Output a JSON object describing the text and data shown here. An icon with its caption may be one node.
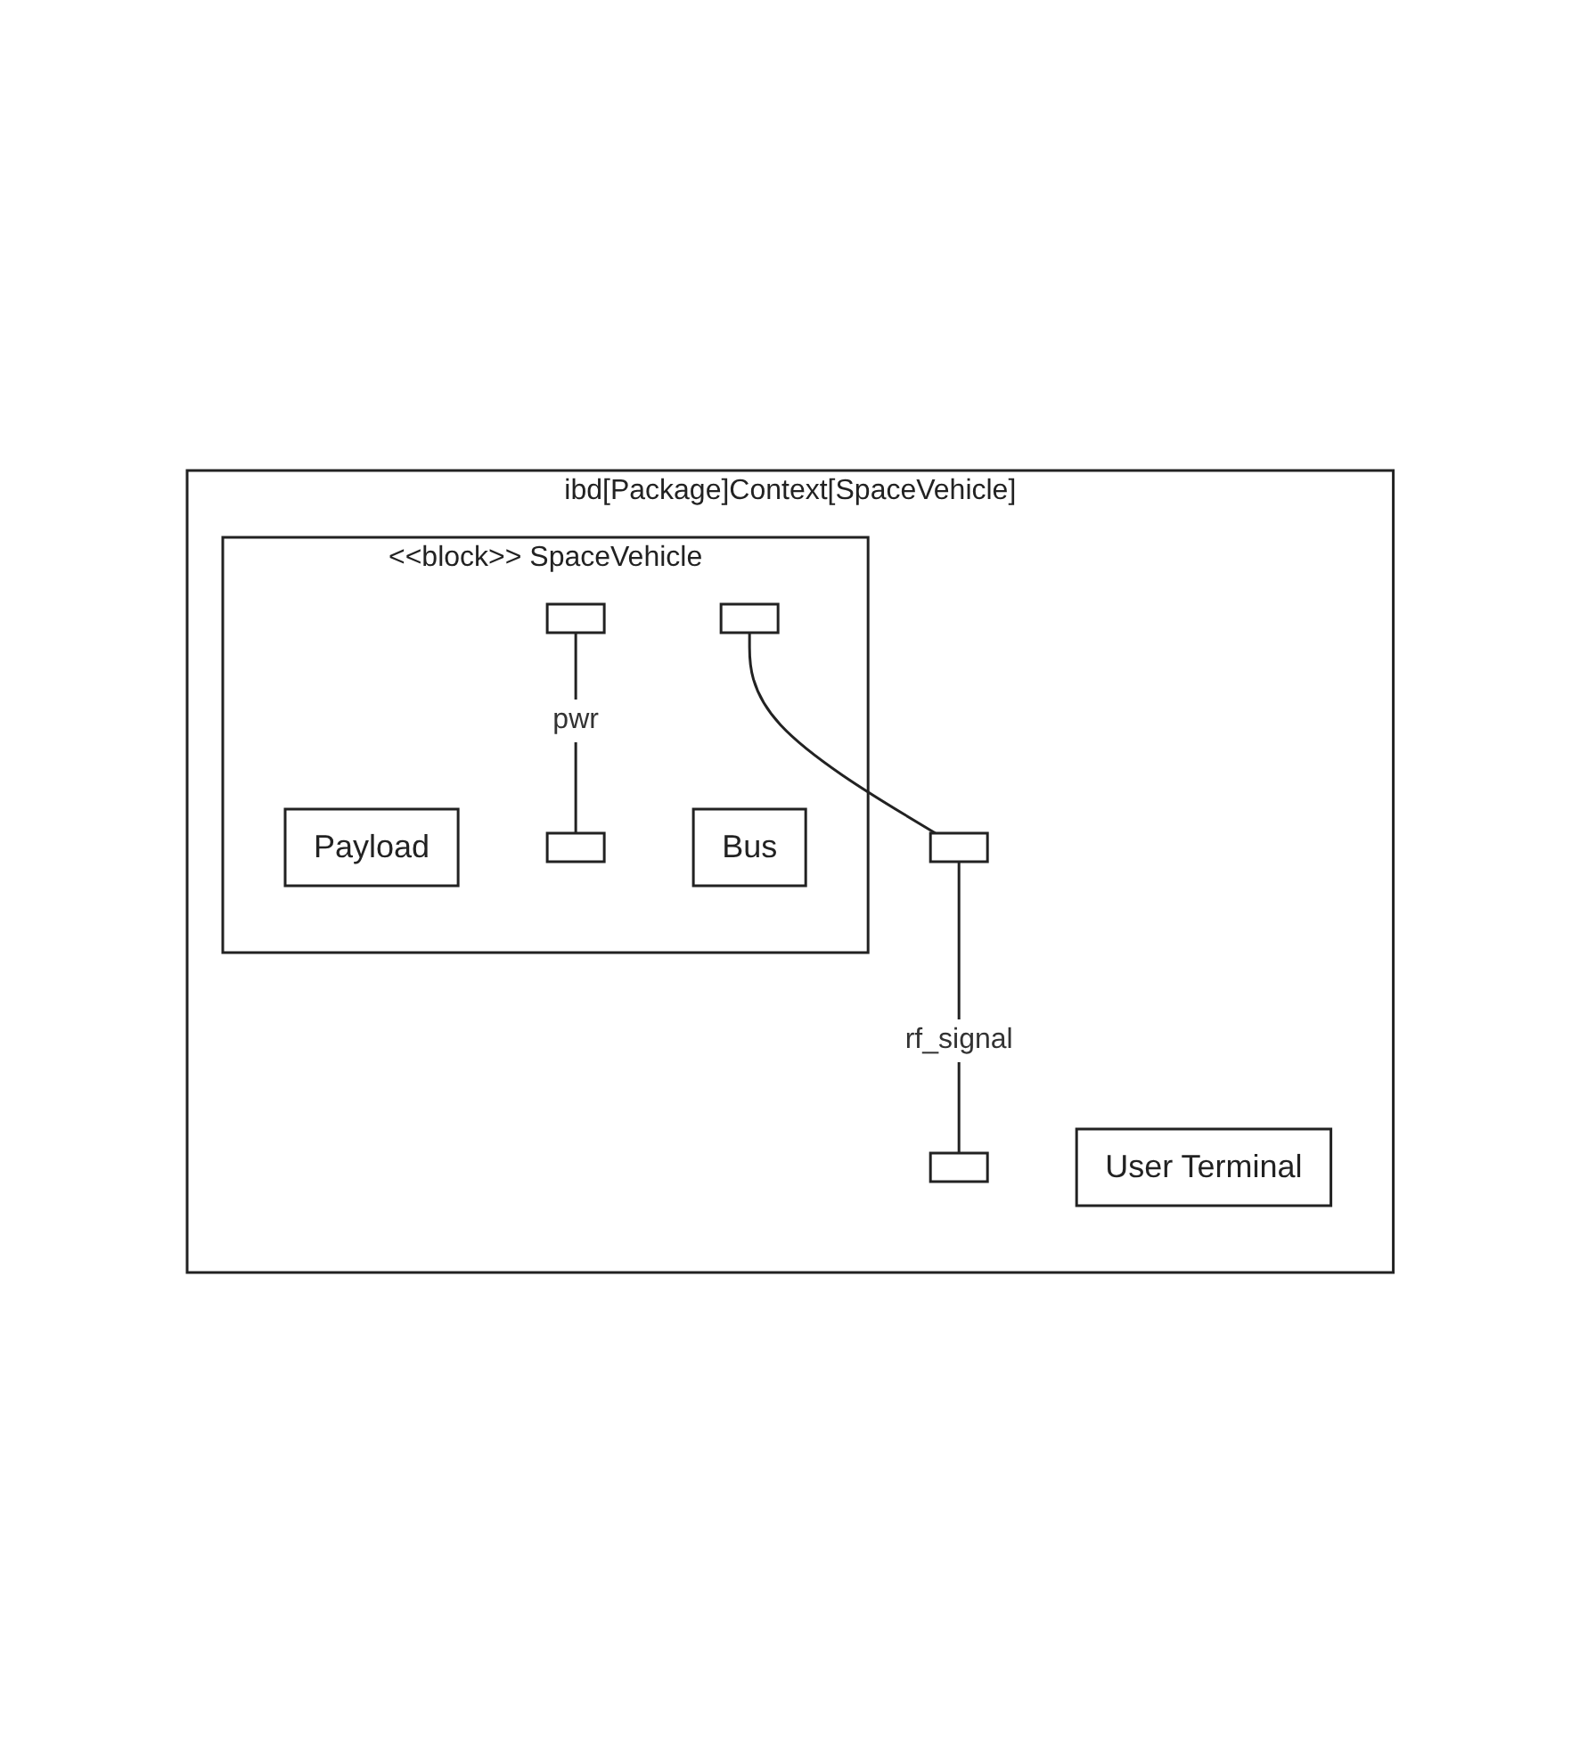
{
  "diagram": {
    "nodes": [
      {
        "text": [
          "ibd[Package]Context[SpaceVehicle]"
        ]
      },
      {
        "text": [
          "<<block>> SpaceVehicle"
        ],
        "in": 0
      },
      {
        "text": [
          "Payload"
        ],
        "in": 1
      },
      {
        "text": [],
        "shape": "box",
        "in": 1
      },
      {
        "text": [],
        "shape": "box",
        "in": 1
      },
      {
        "text": [
          "Bus"
        ],
        "in": 1
      },
      {
        "text": [],
        "shape": "box",
        "in": 1
      },
      {
        "text": [],
        "shape": "box",
        "in": 0
      },
      {
        "text": [],
        "shape": "box",
        "in": 0
      },
      {
        "text": [
          "User Terminal"
        ],
        "in": 0
      }
    ],
    "edges": [
      {
        "from": 3,
        "to": 4,
        "arrow": "none",
        "label": "pwr"
      },
      {
        "from": 6,
        "to": 7,
        "arrow": "none"
      },
      {
        "from": 7,
        "to": 8,
        "arrow": "none",
        "label": "rf_signal"
      }
    ]
  }
}
